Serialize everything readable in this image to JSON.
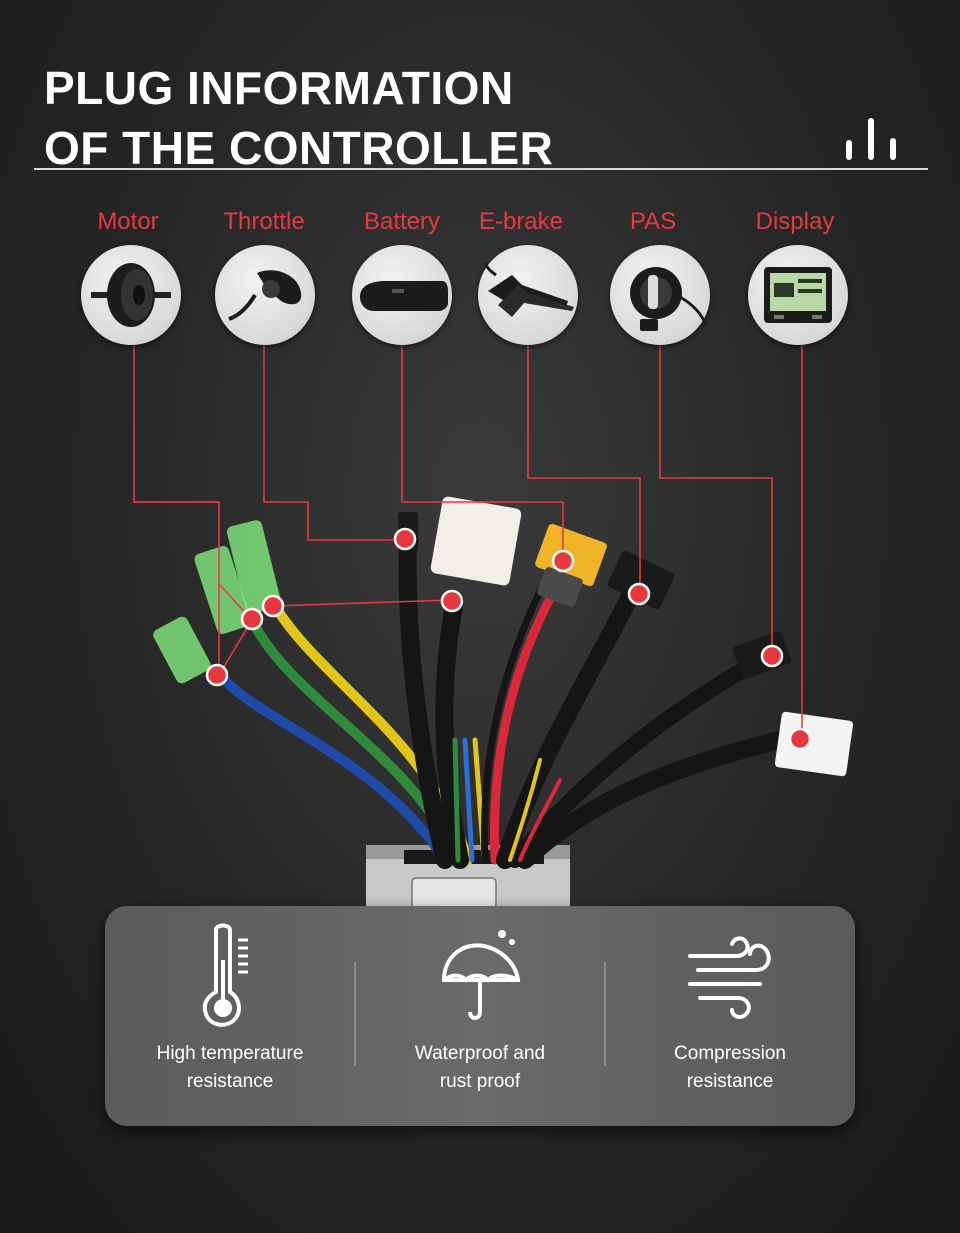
{
  "title": {
    "line1": "PLUG INFORMATION",
    "line2": "OF THE CONTROLLER"
  },
  "plugs": [
    {
      "label": "Motor",
      "icon": "hub-motor-icon"
    },
    {
      "label": "Throttle",
      "icon": "thumb-throttle-icon"
    },
    {
      "label": "Battery",
      "icon": "battery-pack-icon"
    },
    {
      "label": "E-brake",
      "icon": "brake-lever-icon"
    },
    {
      "label": "PAS",
      "icon": "pas-sensor-icon"
    },
    {
      "label": "Display",
      "icon": "lcd-display-icon"
    }
  ],
  "features": [
    {
      "line1": "High temperature",
      "line2": "resistance",
      "icon": "thermometer-icon"
    },
    {
      "line1": "Waterproof and",
      "line2": "rust proof",
      "icon": "umbrella-icon"
    },
    {
      "line1": "Compression",
      "line2": "resistance",
      "icon": "wind-icon"
    }
  ],
  "colors": {
    "accent": "#e5393f",
    "title": "#ffffff",
    "card": "#666666"
  }
}
